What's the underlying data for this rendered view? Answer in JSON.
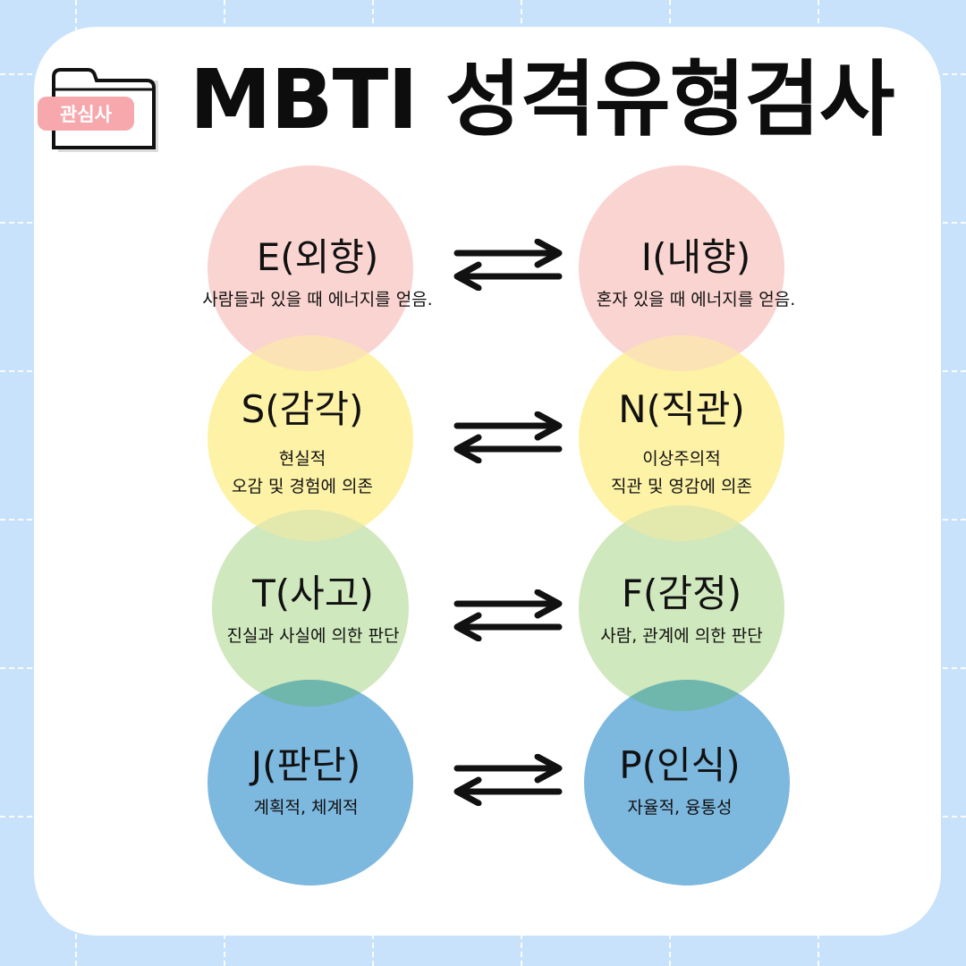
{
  "tag": {
    "label": "관심사"
  },
  "title": "MBTI 성격유형검사",
  "colors": {
    "background": "#c9e2fb",
    "card": "#ffffff",
    "tag": "#f6a8ad",
    "pink": "#fad4d0",
    "yellow": "#fdf2a6",
    "green": "#cfe8bd",
    "blue": "#7db8df",
    "yellow_green_overlap": "#e3e9ac",
    "green_blue_overlap": "#6fb7ad",
    "pink_yellow_overlap": "#fbe3b6"
  },
  "pairs": [
    {
      "color": "pink",
      "left": {
        "name": "E(외향)",
        "desc": [
          "사람들과 있을 때 에너지를 얻음."
        ]
      },
      "right": {
        "name": "I(내향)",
        "desc": [
          "혼자 있을 때 에너지를 얻음."
        ]
      }
    },
    {
      "color": "yellow",
      "left": {
        "name": "S(감각)",
        "desc": [
          "현실적",
          "오감 및 경험에 의존"
        ]
      },
      "right": {
        "name": "N(직관)",
        "desc": [
          "이상주의적",
          "직관 및 영감에 의존"
        ]
      }
    },
    {
      "color": "green",
      "left": {
        "name": "T(사고)",
        "desc": [
          "진실과 사실에 의한 판단"
        ]
      },
      "right": {
        "name": "F(감정)",
        "desc": [
          "사람, 관계에 의한 판단"
        ]
      }
    },
    {
      "color": "blue",
      "left": {
        "name": "J(판단)",
        "desc": [
          "계획적, 체계적"
        ]
      },
      "right": {
        "name": "P(인식)",
        "desc": [
          "자율적, 융통성"
        ]
      }
    }
  ],
  "icons": {
    "folder": "folder-icon",
    "arrow": "swap-arrows-icon"
  }
}
